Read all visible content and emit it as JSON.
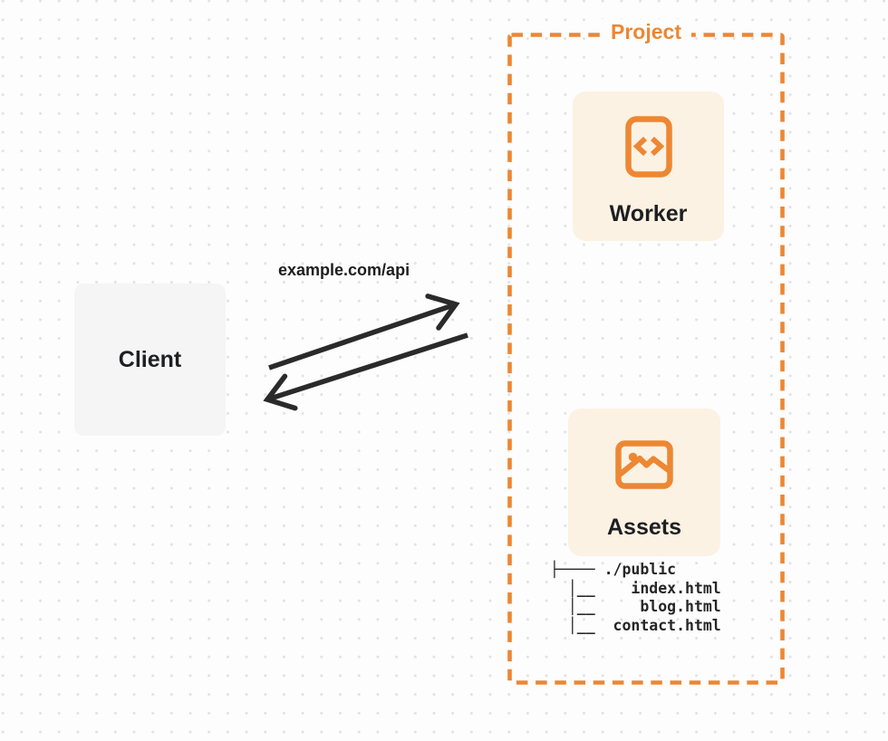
{
  "page": {
    "background": "#FDFDFE",
    "dot_grid_color": "#E2E2E4"
  },
  "colors": {
    "accent_orange": "#ED8733",
    "card_cream": "#FCF2E3",
    "card_gray": "#F5F5F6",
    "ink": "#1D1F21",
    "arrow": "#2A2A2A"
  },
  "client": {
    "label": "Client"
  },
  "request": {
    "label": "example.com/api"
  },
  "arrows": {
    "to_project": "request-arrow",
    "from_project": "response-arrow"
  },
  "project": {
    "label": "Project",
    "worker": {
      "label": "Worker",
      "icon": "code-document-icon"
    },
    "assets": {
      "label": "Assets",
      "icon": "image-icon",
      "file_tree": {
        "lines": [
          "├──── ./public",
          "  │__    index.html",
          "  │__     blog.html",
          "  │__  contact.html"
        ]
      }
    }
  }
}
